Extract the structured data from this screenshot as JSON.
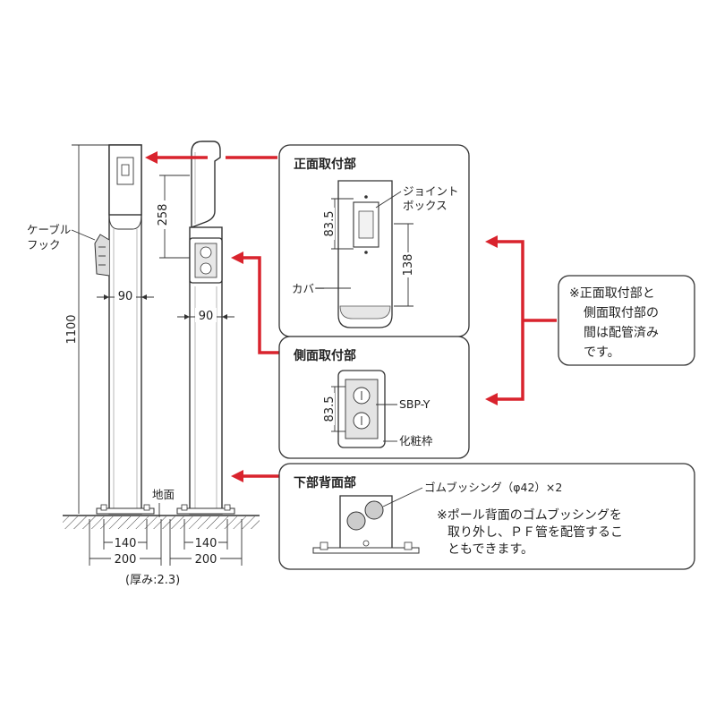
{
  "left_drawing": {
    "cable_hook_label": [
      "ケーブル",
      "フック"
    ],
    "height_dim": "1100",
    "upper_dim": "258",
    "front_width_dim": "90",
    "side_width_dim": "90",
    "ground_label": "地面",
    "bolt_dim_1": "140",
    "base_dim_1": "200",
    "bolt_dim_2": "140",
    "base_dim_2": "200",
    "thickness_label": "(厚み:2.3)"
  },
  "front_panel": {
    "title": "正面取付部",
    "joint_box_label": [
      "ジョイント",
      "ボックス"
    ],
    "dim_835": "83.5",
    "dim_138": "138",
    "cover_label": "カバー"
  },
  "side_panel": {
    "title": "側面取付部",
    "dim_835": "83.5",
    "sbp_label": "SBP-Y",
    "frame_label": "化粧枠"
  },
  "bottom_panel": {
    "title": "下部背面部",
    "bushing_label": "ゴムブッシング（φ42）×2",
    "note_lines": [
      "※ポール背面のゴムブッシングを",
      "取り外し、ＰＦ管を配管するこ",
      "ともできます。"
    ]
  },
  "callout": {
    "lines": [
      "※正面取付部と",
      "側面取付部の",
      "間は配管済み",
      "です。"
    ]
  },
  "colors": {
    "arrow": "#d9232d",
    "line": "#333333"
  }
}
